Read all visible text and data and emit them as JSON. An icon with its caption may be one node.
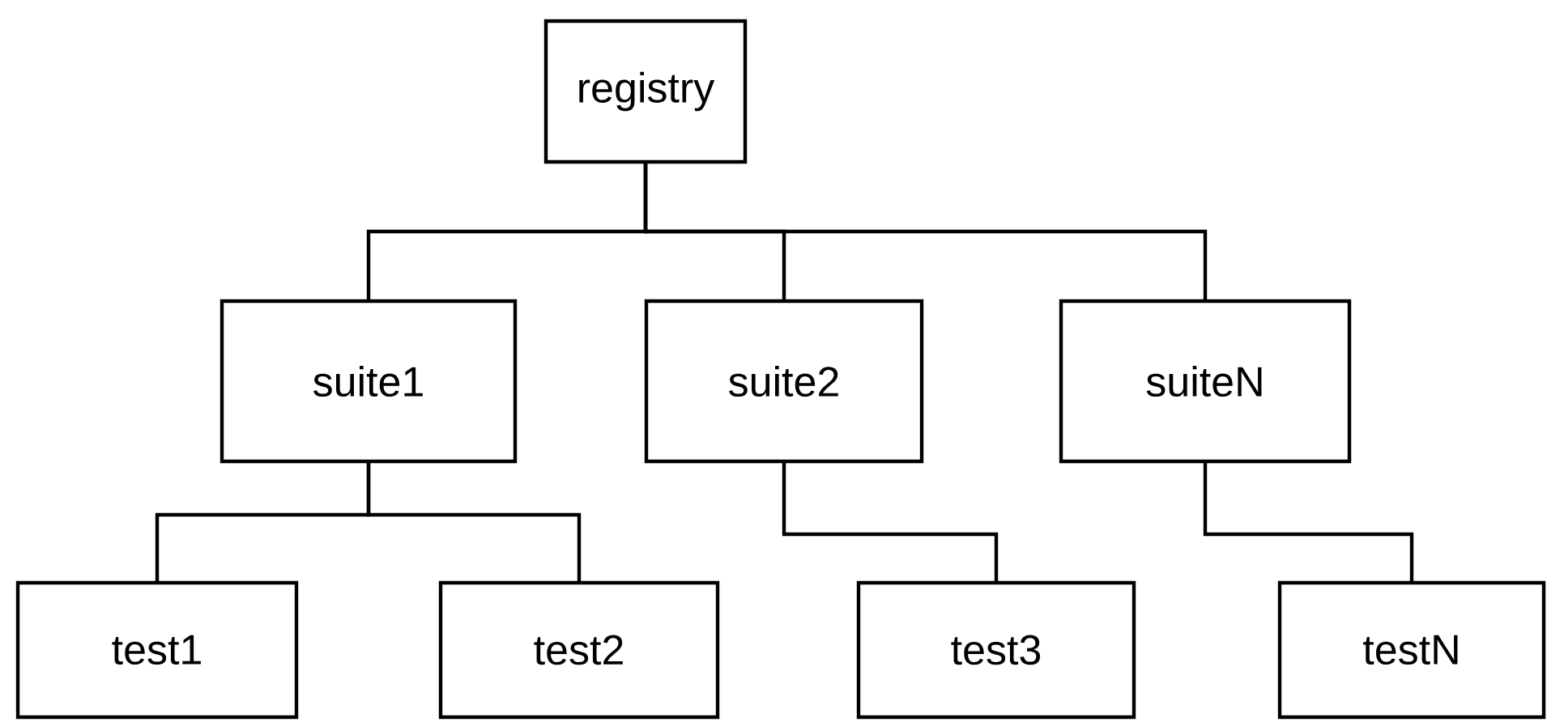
{
  "diagram": {
    "nodes": [
      {
        "text": [
          "registry"
        ]
      },
      {
        "text": [
          "suite1"
        ]
      },
      {
        "text": [
          "suite2"
        ]
      },
      {
        "text": [
          "suiteN"
        ]
      },
      {
        "text": [
          "test1"
        ]
      },
      {
        "text": [
          "test2"
        ]
      },
      {
        "text": [
          "test3"
        ]
      },
      {
        "text": [
          "testN"
        ]
      }
    ],
    "edges": [
      {
        "from": 0,
        "to": 1,
        "arrow": "none"
      },
      {
        "from": 0,
        "to": 2,
        "arrow": "none"
      },
      {
        "from": 0,
        "to": 3,
        "arrow": "none"
      },
      {
        "from": 1,
        "to": 4,
        "arrow": "none"
      },
      {
        "from": 1,
        "to": 5,
        "arrow": "none"
      },
      {
        "from": 2,
        "to": 6,
        "arrow": "none"
      },
      {
        "from": 3,
        "to": 7,
        "arrow": "none"
      }
    ]
  }
}
